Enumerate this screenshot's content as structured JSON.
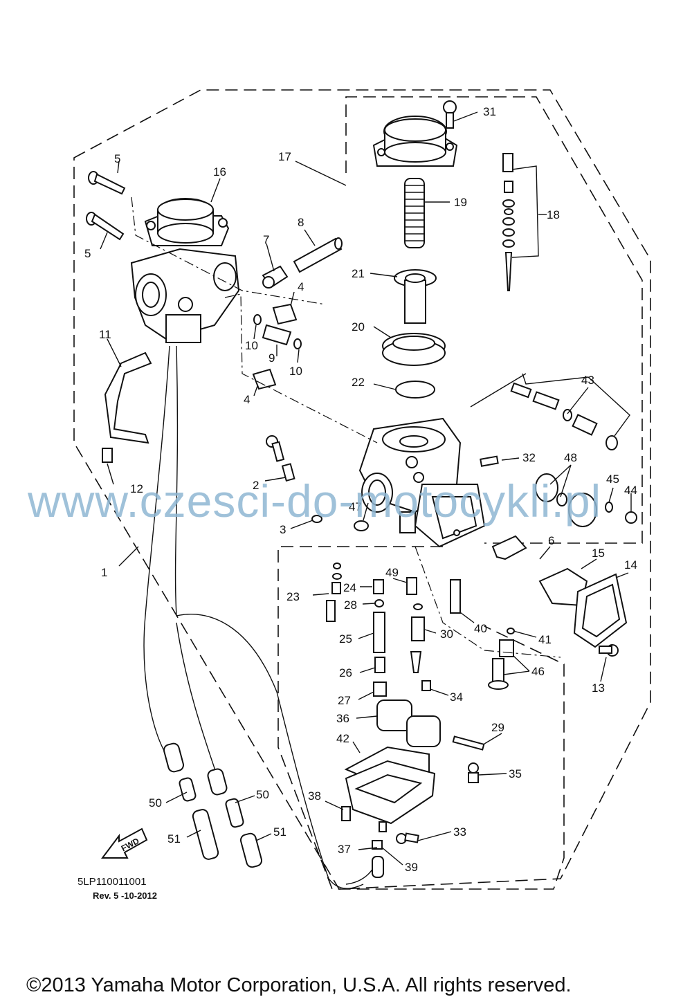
{
  "callouts": [
    {
      "n": "31"
    },
    {
      "n": "17"
    },
    {
      "n": "5"
    },
    {
      "n": "16"
    },
    {
      "n": "19"
    },
    {
      "n": "18"
    },
    {
      "n": "5"
    },
    {
      "n": "8"
    },
    {
      "n": "7"
    },
    {
      "n": "21"
    },
    {
      "n": "4"
    },
    {
      "n": "20"
    },
    {
      "n": "10"
    },
    {
      "n": "11"
    },
    {
      "n": "9"
    },
    {
      "n": "10"
    },
    {
      "n": "22"
    },
    {
      "n": "43"
    },
    {
      "n": "4"
    },
    {
      "n": "32"
    },
    {
      "n": "48"
    },
    {
      "n": "2"
    },
    {
      "n": "45"
    },
    {
      "n": "12"
    },
    {
      "n": "44"
    },
    {
      "n": "47"
    },
    {
      "n": "3"
    },
    {
      "n": "6"
    },
    {
      "n": "15"
    },
    {
      "n": "1"
    },
    {
      "n": "14"
    },
    {
      "n": "24"
    },
    {
      "n": "49"
    },
    {
      "n": "23"
    },
    {
      "n": "28"
    },
    {
      "n": "40"
    },
    {
      "n": "41"
    },
    {
      "n": "25"
    },
    {
      "n": "30"
    },
    {
      "n": "13"
    },
    {
      "n": "26"
    },
    {
      "n": "46"
    },
    {
      "n": "27"
    },
    {
      "n": "34"
    },
    {
      "n": "36"
    },
    {
      "n": "29"
    },
    {
      "n": "42"
    },
    {
      "n": "35"
    },
    {
      "n": "38"
    },
    {
      "n": "50"
    },
    {
      "n": "50"
    },
    {
      "n": "33"
    },
    {
      "n": "51"
    },
    {
      "n": "51"
    },
    {
      "n": "37"
    },
    {
      "n": "39"
    }
  ],
  "watermark": "www.czesci-do-motocykli.pl",
  "fwd_label": "FWD",
  "diagram_code": "5LP110011001",
  "revision": "Rev.  5 -10-2012",
  "copyright": "©2013 Yamaha Motor Corporation, U.S.A. All rights reserved."
}
